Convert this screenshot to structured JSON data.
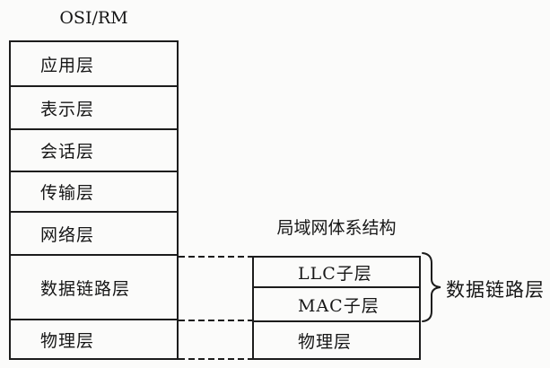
{
  "diagram": {
    "osi": {
      "title": "OSI/RM",
      "layers": [
        "应用层",
        "表示层",
        "会话层",
        "传输层",
        "网络层",
        "数据链路层",
        "物理层"
      ]
    },
    "lan": {
      "title": "局域网体系结构",
      "layers": [
        "LLC子层",
        "MAC子层",
        "物理层"
      ],
      "brace_label": "数据链路层"
    },
    "colors": {
      "line": "#1c1c1c",
      "text": "#161616",
      "background": "#fbfbfa"
    }
  }
}
